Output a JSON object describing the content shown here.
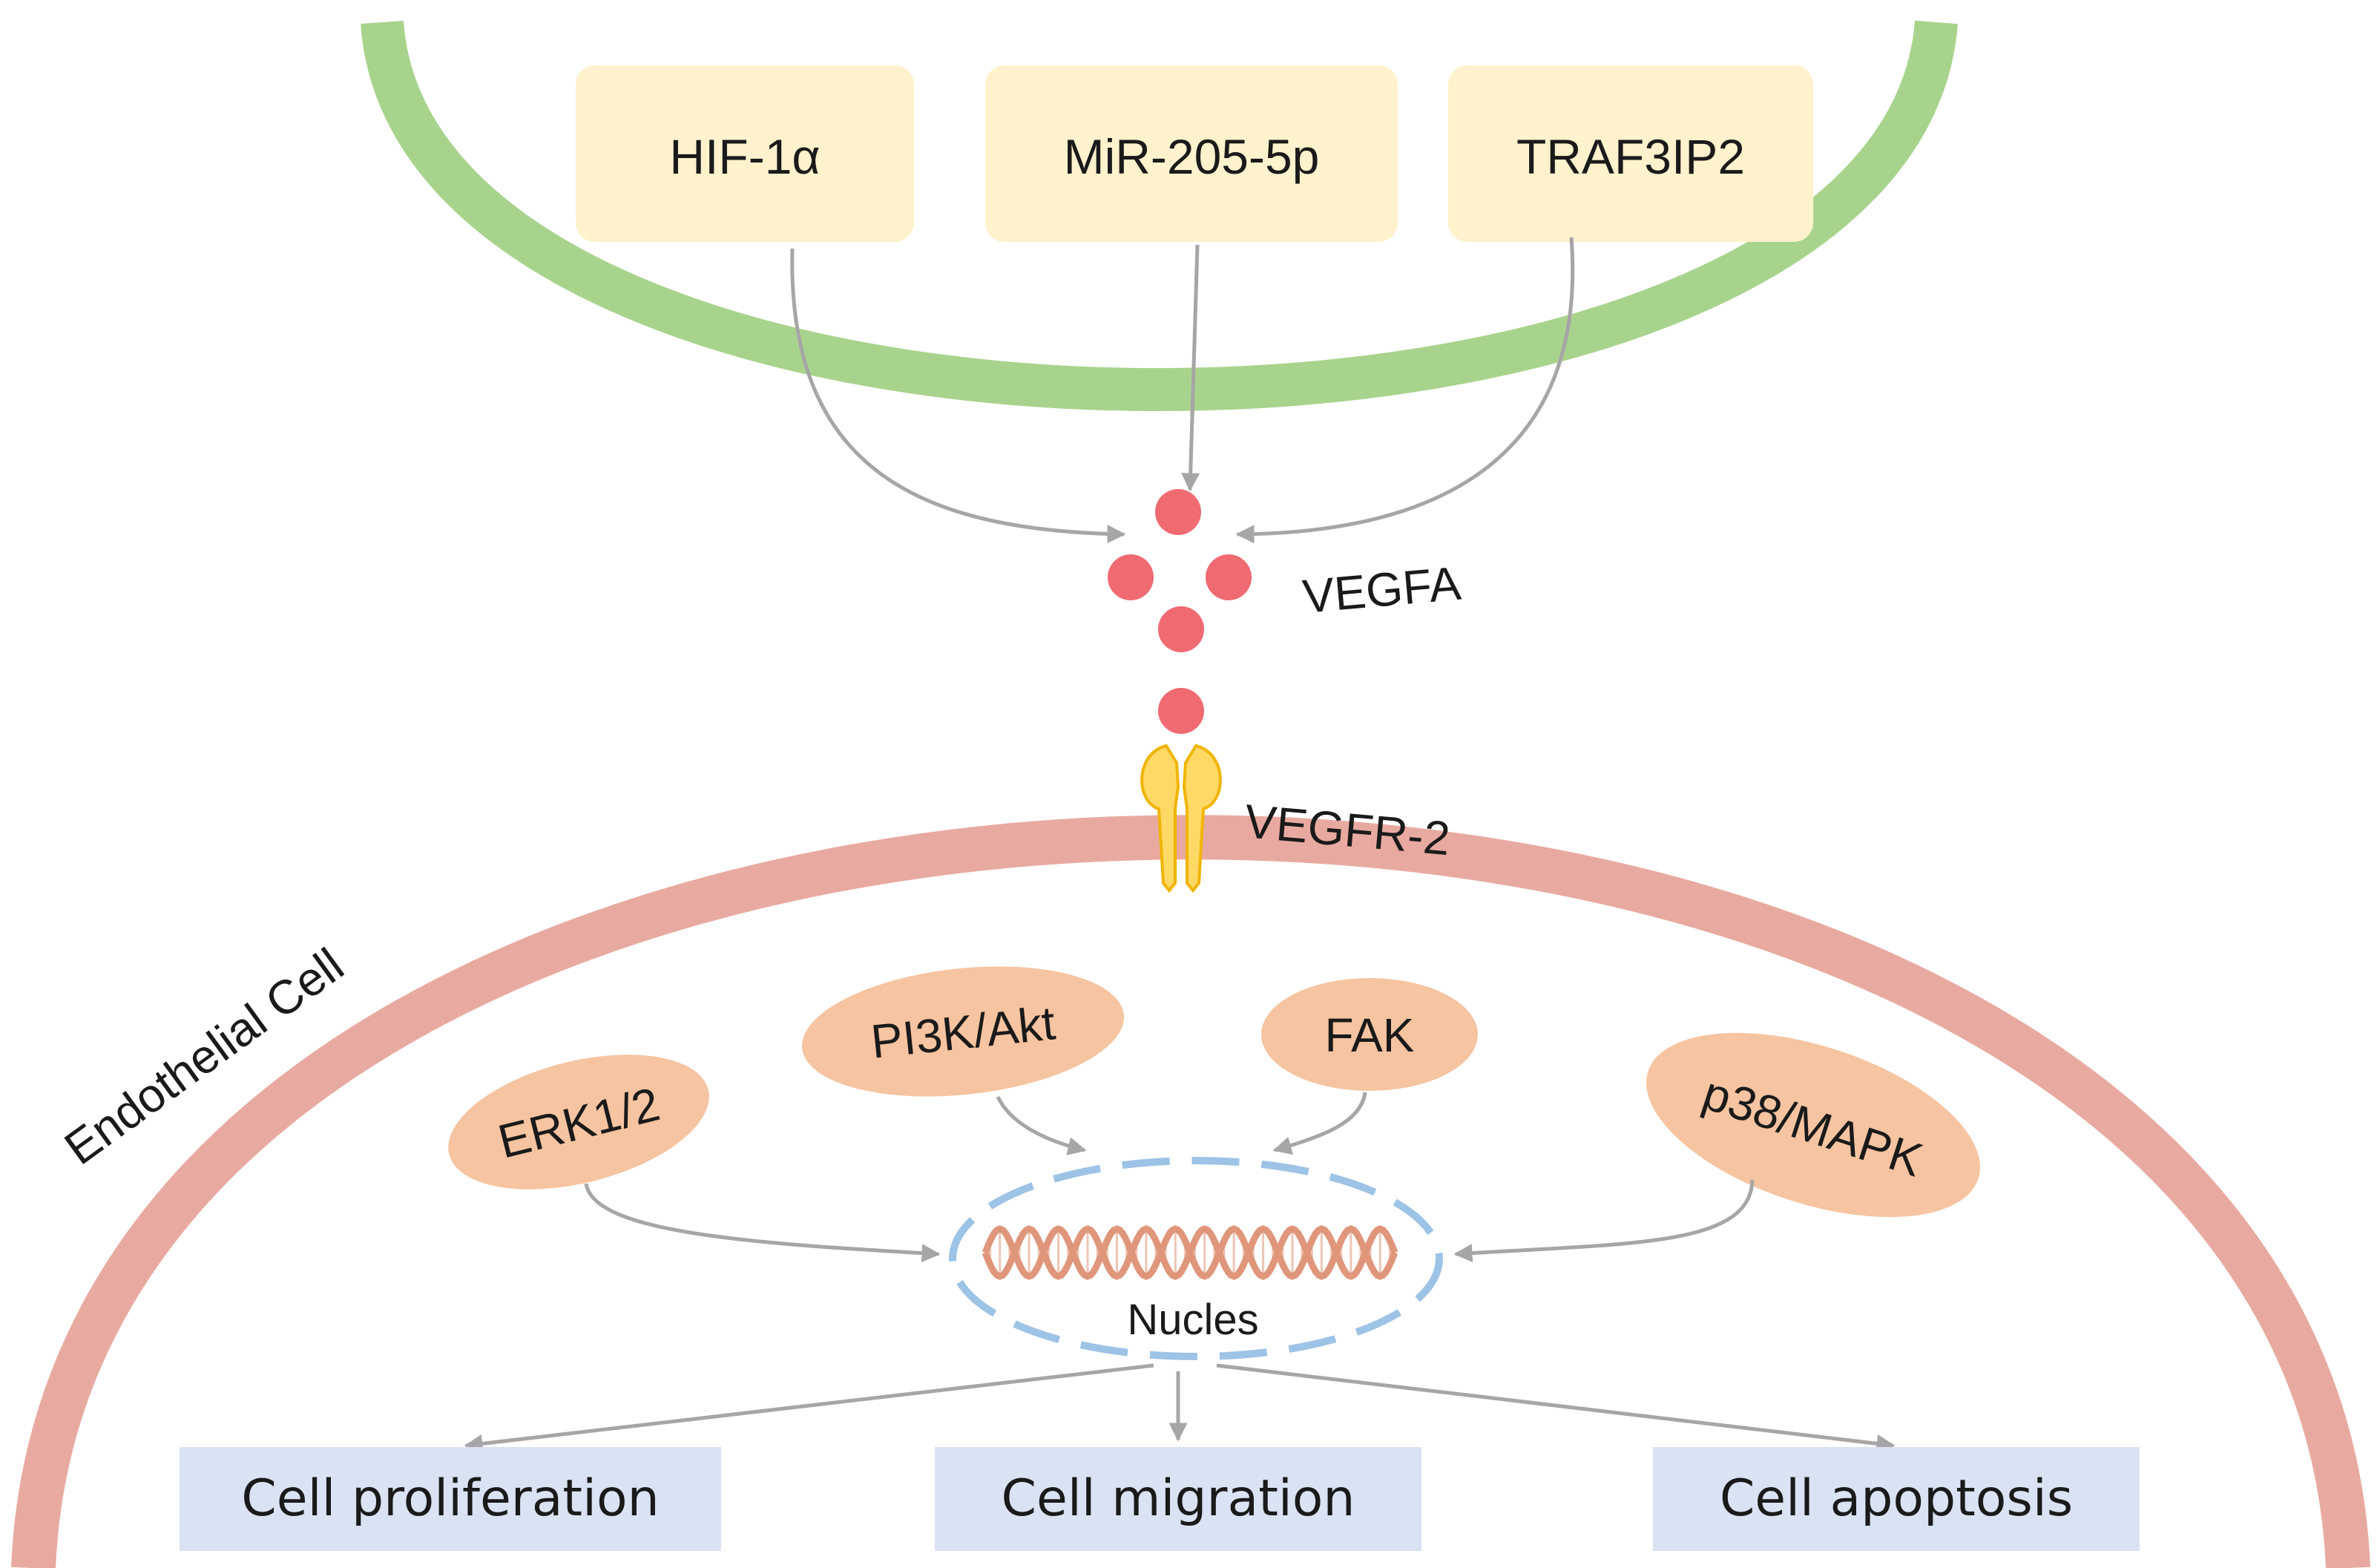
{
  "colors": {
    "outer_membrane": "#a8d38d",
    "cell_membrane": "#e8aaa0",
    "upstream_box": "#fff2cc",
    "pathway_ellipse": "#f6c4a1",
    "outcome_box": "#dae3f3",
    "nucleus_outline": "#9dc3e6",
    "arrow": "#a6a6a6",
    "vegfa_ligand": "#f06a72",
    "receptor": "#ffd966",
    "receptor_outline": "#f0b400",
    "dna": "#e0967a"
  },
  "upstream": [
    {
      "label": "HIF-1α"
    },
    {
      "label": "MiR-205-5p"
    },
    {
      "label": "TRAF3IP2"
    }
  ],
  "ligand": {
    "label": "VEGFA"
  },
  "receptor": {
    "label": "VEGFR-2"
  },
  "cell": {
    "label": "Endothelial Cell"
  },
  "pathways": [
    {
      "label": "ERK1/2"
    },
    {
      "label": "PI3K/Akt"
    },
    {
      "label": "FAK"
    },
    {
      "label": "p38/MAPK"
    }
  ],
  "nucleus": {
    "label": "Nucles"
  },
  "outcomes": [
    {
      "label": "Cell proliferation"
    },
    {
      "label": "Cell migration"
    },
    {
      "label": "Cell apoptosis"
    }
  ]
}
